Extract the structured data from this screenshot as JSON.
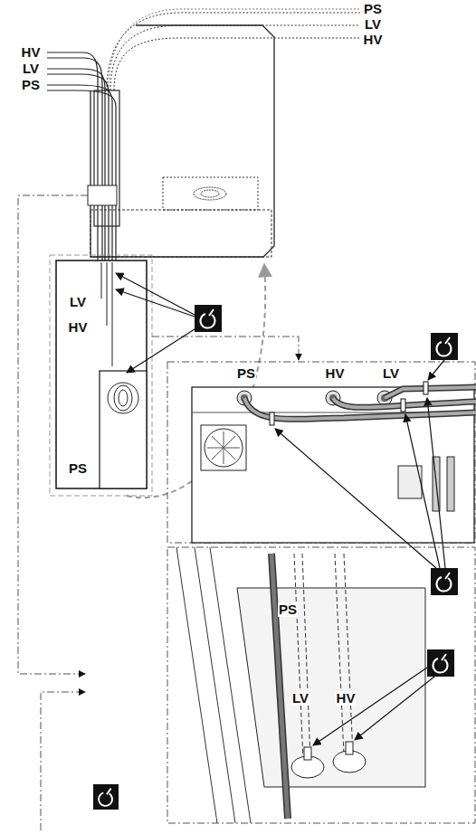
{
  "diagram": {
    "labels": [
      "PS",
      "LV",
      "HV",
      "HV",
      "LV",
      "PS",
      "LV",
      "HV",
      "PS",
      "PS",
      "HV",
      "LV",
      "PS",
      "LV",
      "HV"
    ]
  }
}
